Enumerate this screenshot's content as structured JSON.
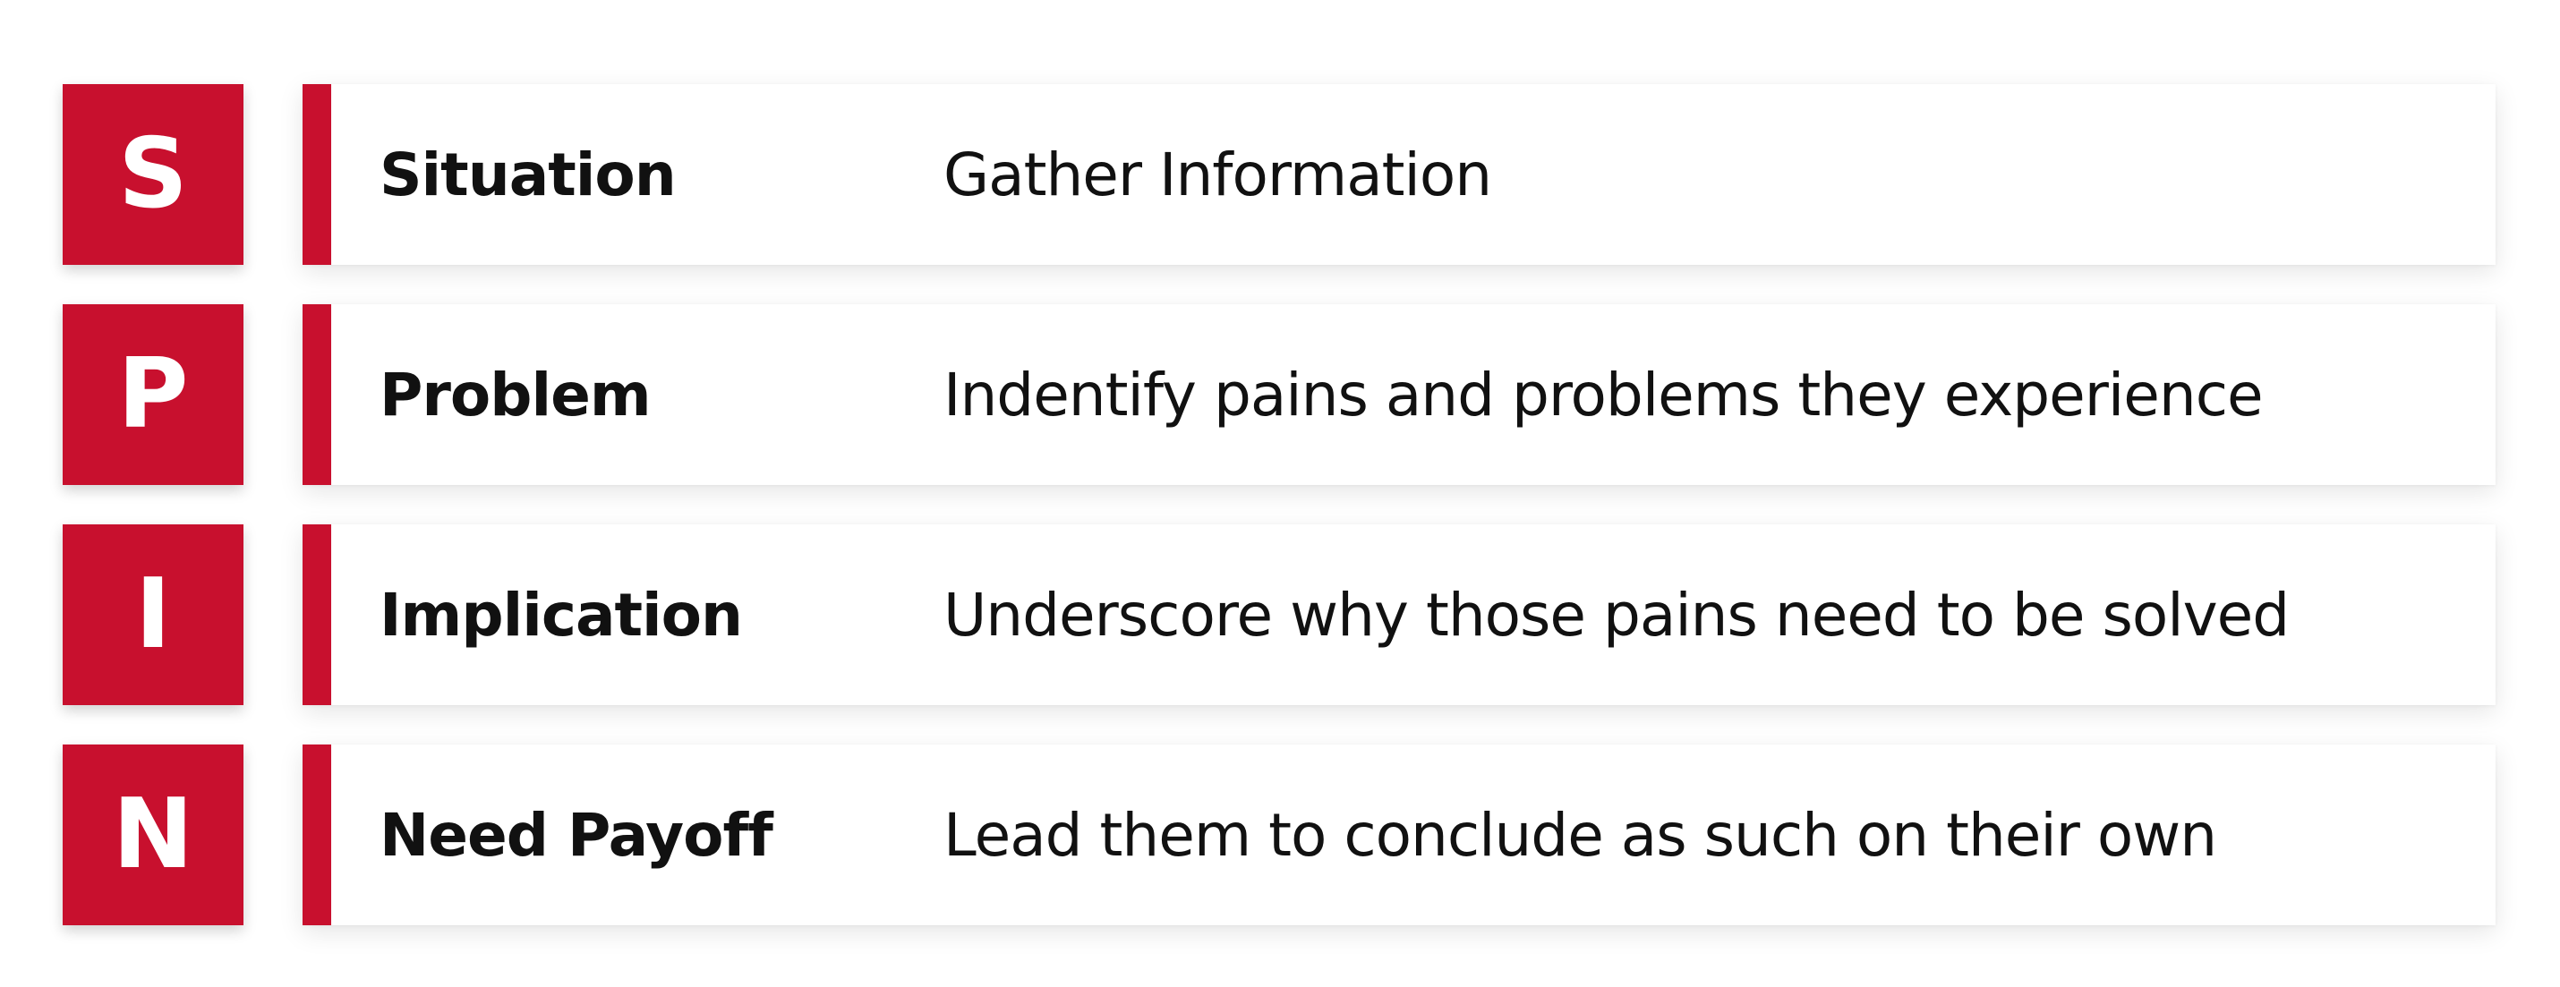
{
  "diagram": {
    "rows": [
      {
        "letter": "S",
        "term": "Situation",
        "description": "Gather Information"
      },
      {
        "letter": "P",
        "term": "Problem",
        "description": "Indentify pains and problems they experience"
      },
      {
        "letter": "I",
        "term": "Implication",
        "description": "Underscore why those pains need to be solved"
      },
      {
        "letter": "N",
        "term": "Need Payoff",
        "description": "Lead them to conclude as such on their own"
      }
    ]
  },
  "colors": {
    "accent": "#c8102e",
    "text": "#111111",
    "background": "#ffffff"
  }
}
